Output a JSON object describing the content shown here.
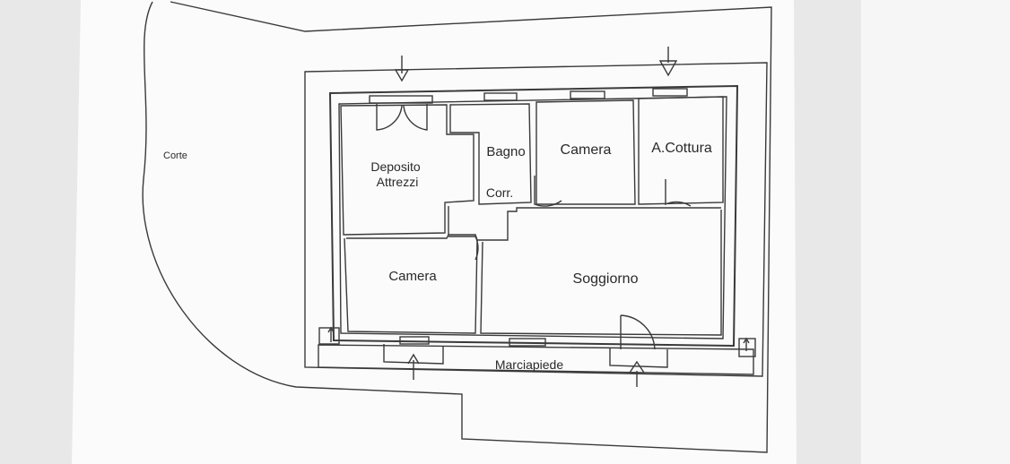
{
  "labels": {
    "corte": "Corte",
    "deposito_line1": "Deposito",
    "deposito_line2": "Attrezzi",
    "bagno": "Bagno",
    "corr": "Corr.",
    "camera_top": "Camera",
    "cottura": "A.Cottura",
    "camera_bottom": "Camera",
    "soggiorno": "Soggiorno",
    "marciapiede": "Marciapiede"
  },
  "colors": {
    "paper": "#fdfdfd",
    "background": "#e9e9e9",
    "line": "#3a3a3a"
  }
}
